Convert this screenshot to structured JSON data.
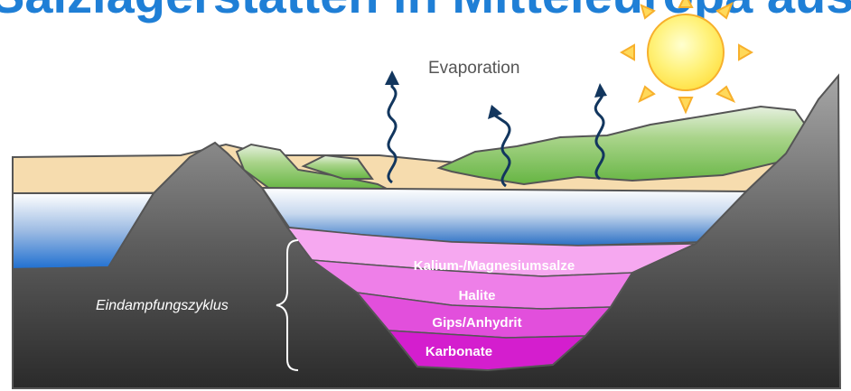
{
  "header": {
    "cropped_title": "Salzlagerstätten in Mitteleuropa aus?"
  },
  "labels": {
    "evaporation": "Evaporation",
    "cycle": "Eindampfungszyklus"
  },
  "layers": [
    {
      "label": "Kalium-/Magnesiumsalze",
      "color": "#f6a8f0"
    },
    {
      "label": "Halite",
      "color": "#ee7fe8"
    },
    {
      "label": "Gips/Anhydrit",
      "color": "#e24fdc"
    },
    {
      "label": "Karbonate",
      "color": "#d41ece"
    }
  ],
  "colors": {
    "title_blue": "#1f7fd6",
    "rock_gray": "#8c8c8c",
    "sand": "#f6dcae",
    "vegetation": "#7fc15a",
    "water_dark": "#2a6fc4",
    "sun_yellow": "#ffef6e",
    "sun_orange": "#f7b02c",
    "wave_navy": "#12365e"
  }
}
